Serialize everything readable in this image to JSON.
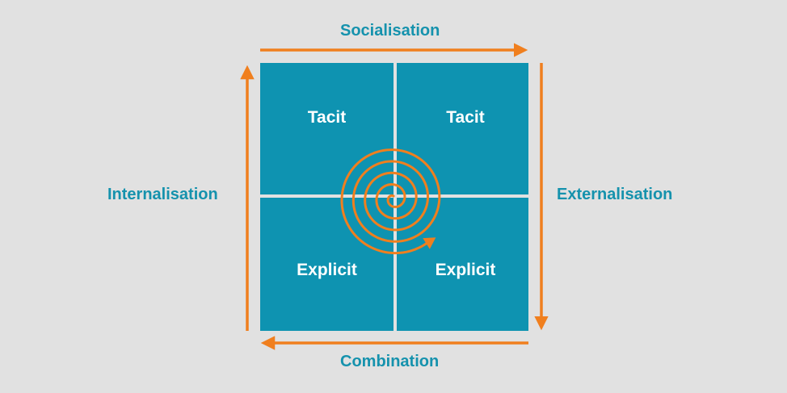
{
  "diagram": {
    "quadrants": [
      {
        "id": "top-left",
        "label": "Tacit"
      },
      {
        "id": "top-right",
        "label": "Tacit"
      },
      {
        "id": "bottom-left",
        "label": "Explicit"
      },
      {
        "id": "bottom-right",
        "label": "Explicit"
      }
    ],
    "sides": {
      "top": "Socialisation",
      "right": "Externalisation",
      "bottom": "Combination",
      "left": "Internalisation"
    },
    "colors": {
      "background": "#e1e1e1",
      "quadrant": "#0e93b1",
      "arrow": "#f07f1e",
      "side_label": "#1592ad",
      "quadrant_label": "#ffffff"
    }
  }
}
